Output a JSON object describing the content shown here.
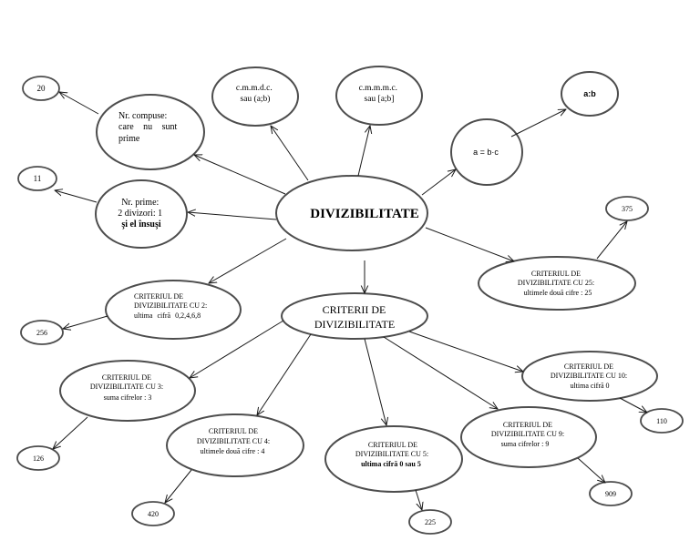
{
  "colors": {
    "background": "#ffffff",
    "node_stroke": "#4d4d4d",
    "arrow": "#1a1a1a",
    "text": "#000000"
  },
  "center": {
    "label": "DIVIZIBILITATE"
  },
  "cmmdc": {
    "lines": [
      "c.m.m.d.c.",
      "sau (a;b)"
    ]
  },
  "cmmmc": {
    "lines": [
      "c.m.m.m.c.",
      "sau [a;b]"
    ]
  },
  "product": {
    "label": "a = b·c"
  },
  "divides": {
    "label": "a:b"
  },
  "composite": {
    "lines": [
      "Nr. compuse:",
      "care nu sunt",
      "prime"
    ],
    "example": "20"
  },
  "prime": {
    "lines": [
      "Nr. prime:",
      "2 divizori: 1",
      "şi el însuşi"
    ],
    "example": "11"
  },
  "criteria_hub": {
    "lines": [
      "CRITERII DE",
      "DIVIZIBILITATE"
    ]
  },
  "criteria": {
    "by2": {
      "lines": [
        "CRITERIUL DE",
        "DIVIZIBILITATE CU 2:",
        "ultima cifră 0,2,4,6,8"
      ],
      "example": "256"
    },
    "by25": {
      "lines": [
        "CRITERIUL DE",
        "DIVIZIBILITATE CU 25:",
        "ultimele două cifre : 25"
      ],
      "example": "375"
    },
    "by3": {
      "lines": [
        "CRITERIUL DE",
        "DIVIZIBILITATE CU 3:",
        "suma cifrelor : 3"
      ],
      "example": "126"
    },
    "by4": {
      "lines": [
        "CRITERIUL DE",
        "DIVIZIBILITATE CU 4:",
        "ultimele două cifre : 4"
      ],
      "example": "420"
    },
    "by5": {
      "lines": [
        "CRITERIUL DE",
        "DIVIZIBILITATE CU 5:",
        "ultima cifră 0 sau 5"
      ],
      "example": "225"
    },
    "by9": {
      "lines": [
        "CRITERIUL DE",
        "DIVIZIBILITATE CU 9:",
        "suma cifrelor : 9"
      ],
      "example": "909"
    },
    "by10": {
      "lines": [
        "CRITERIUL DE",
        "DIVIZIBILITATE CU 10:",
        "ultima cifră 0"
      ],
      "example": "110"
    }
  }
}
